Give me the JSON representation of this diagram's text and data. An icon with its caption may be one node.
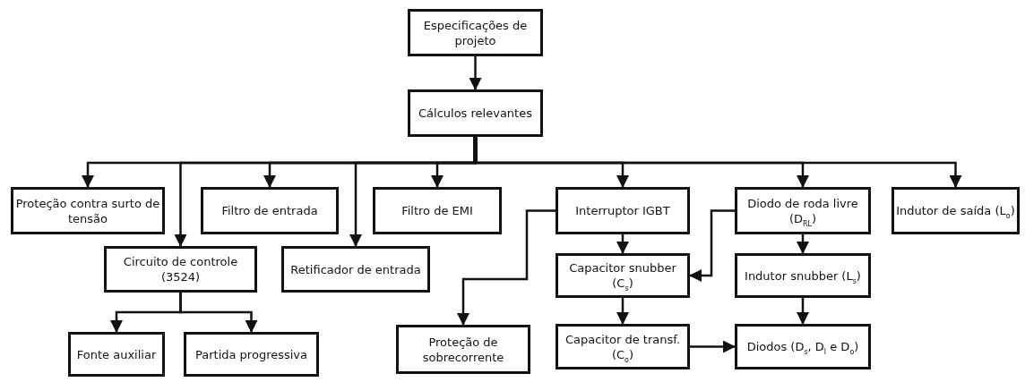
{
  "diagram": {
    "nodes": [
      {
        "text": [
          "Especificações de projeto"
        ]
      },
      {
        "text": [
          "Cálculos relevantes"
        ]
      },
      {
        "text": [
          "Proteção contra surto de tensão"
        ]
      },
      {
        "text": [
          "Circuito de controle (3524)"
        ]
      },
      {
        "text": [
          "Filtro de entrada"
        ]
      },
      {
        "text": [
          "Retificador de entrada"
        ]
      },
      {
        "text": [
          "Filtro de EMI"
        ]
      },
      {
        "text": [
          "Interruptor IGBT"
        ]
      },
      {
        "text": [
          "Diodo de roda livre (D$_{RL}$)"
        ]
      },
      {
        "text": [
          "Indutor de saída (L$_{o}$)"
        ]
      },
      {
        "text": [
          "Fonte auxiliar"
        ]
      },
      {
        "text": [
          "Partida progressiva"
        ]
      },
      {
        "text": [
          "Proteção de sobrecorrente"
        ]
      },
      {
        "text": [
          "Capacitor snubber (C$_{s}$)"
        ]
      },
      {
        "text": [
          "Indutor snubber (L$_{s}$)"
        ]
      },
      {
        "text": [
          "Capacitor de transf. (C$_{o}$)"
        ]
      },
      {
        "text": [
          "Diodos (D$_{s}$, D$_{l}$ e D$_{o}$)"
        ]
      }
    ],
    "edges": [
      {
        "from": 0,
        "to": 1,
        "arrow": "to"
      },
      {
        "from": 1,
        "to": 2,
        "arrow": "to"
      },
      {
        "from": 1,
        "to": 3,
        "arrow": "to"
      },
      {
        "from": 1,
        "to": 4,
        "arrow": "to"
      },
      {
        "from": 1,
        "to": 5,
        "arrow": "to"
      },
      {
        "from": 1,
        "to": 6,
        "arrow": "to"
      },
      {
        "from": 1,
        "to": 7,
        "arrow": "to"
      },
      {
        "from": 1,
        "to": 8,
        "arrow": "to"
      },
      {
        "from": 1,
        "to": 9,
        "arrow": "to"
      },
      {
        "from": 3,
        "to": 10,
        "arrow": "to"
      },
      {
        "from": 3,
        "to": 11,
        "arrow": "to"
      },
      {
        "from": 7,
        "to": 12,
        "arrow": "to"
      },
      {
        "from": 7,
        "to": 13,
        "arrow": "to"
      },
      {
        "from": 8,
        "to": 13,
        "arrow": "to"
      },
      {
        "from": 8,
        "to": 14,
        "arrow": "to"
      },
      {
        "from": 13,
        "to": 15,
        "arrow": "to"
      },
      {
        "from": 14,
        "to": 16,
        "arrow": "to"
      },
      {
        "from": 15,
        "to": 16,
        "arrow": "to"
      }
    ]
  }
}
